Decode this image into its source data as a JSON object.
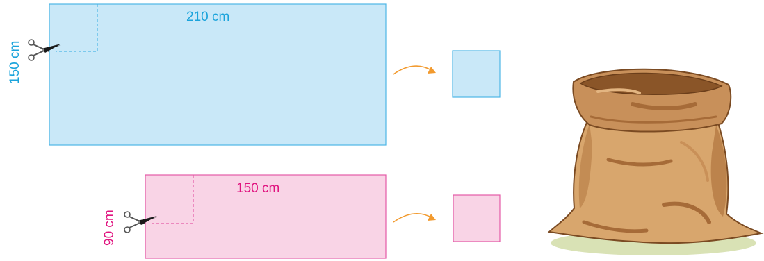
{
  "colors": {
    "blue_fill": "#c9e8f8",
    "blue_stroke": "#4db6e6",
    "blue_text": "#1aa3db",
    "pink_fill": "#f9d4e6",
    "pink_stroke": "#e45aa6",
    "pink_text": "#e0137f",
    "arrow": "#f29a2e",
    "sack_main": "#d8a66d",
    "sack_dark": "#a66b38",
    "sack_outline": "#7a4a22",
    "ground_shadow": "#d9e2b5"
  },
  "blue_sheet": {
    "width_label": "210 cm",
    "height_label": "150 cm",
    "icon": "scissors-icon"
  },
  "pink_sheet": {
    "width_label": "150 cm",
    "height_label": "90 cm",
    "icon": "scissors-icon"
  },
  "result": {
    "icon": "sack-icon"
  }
}
